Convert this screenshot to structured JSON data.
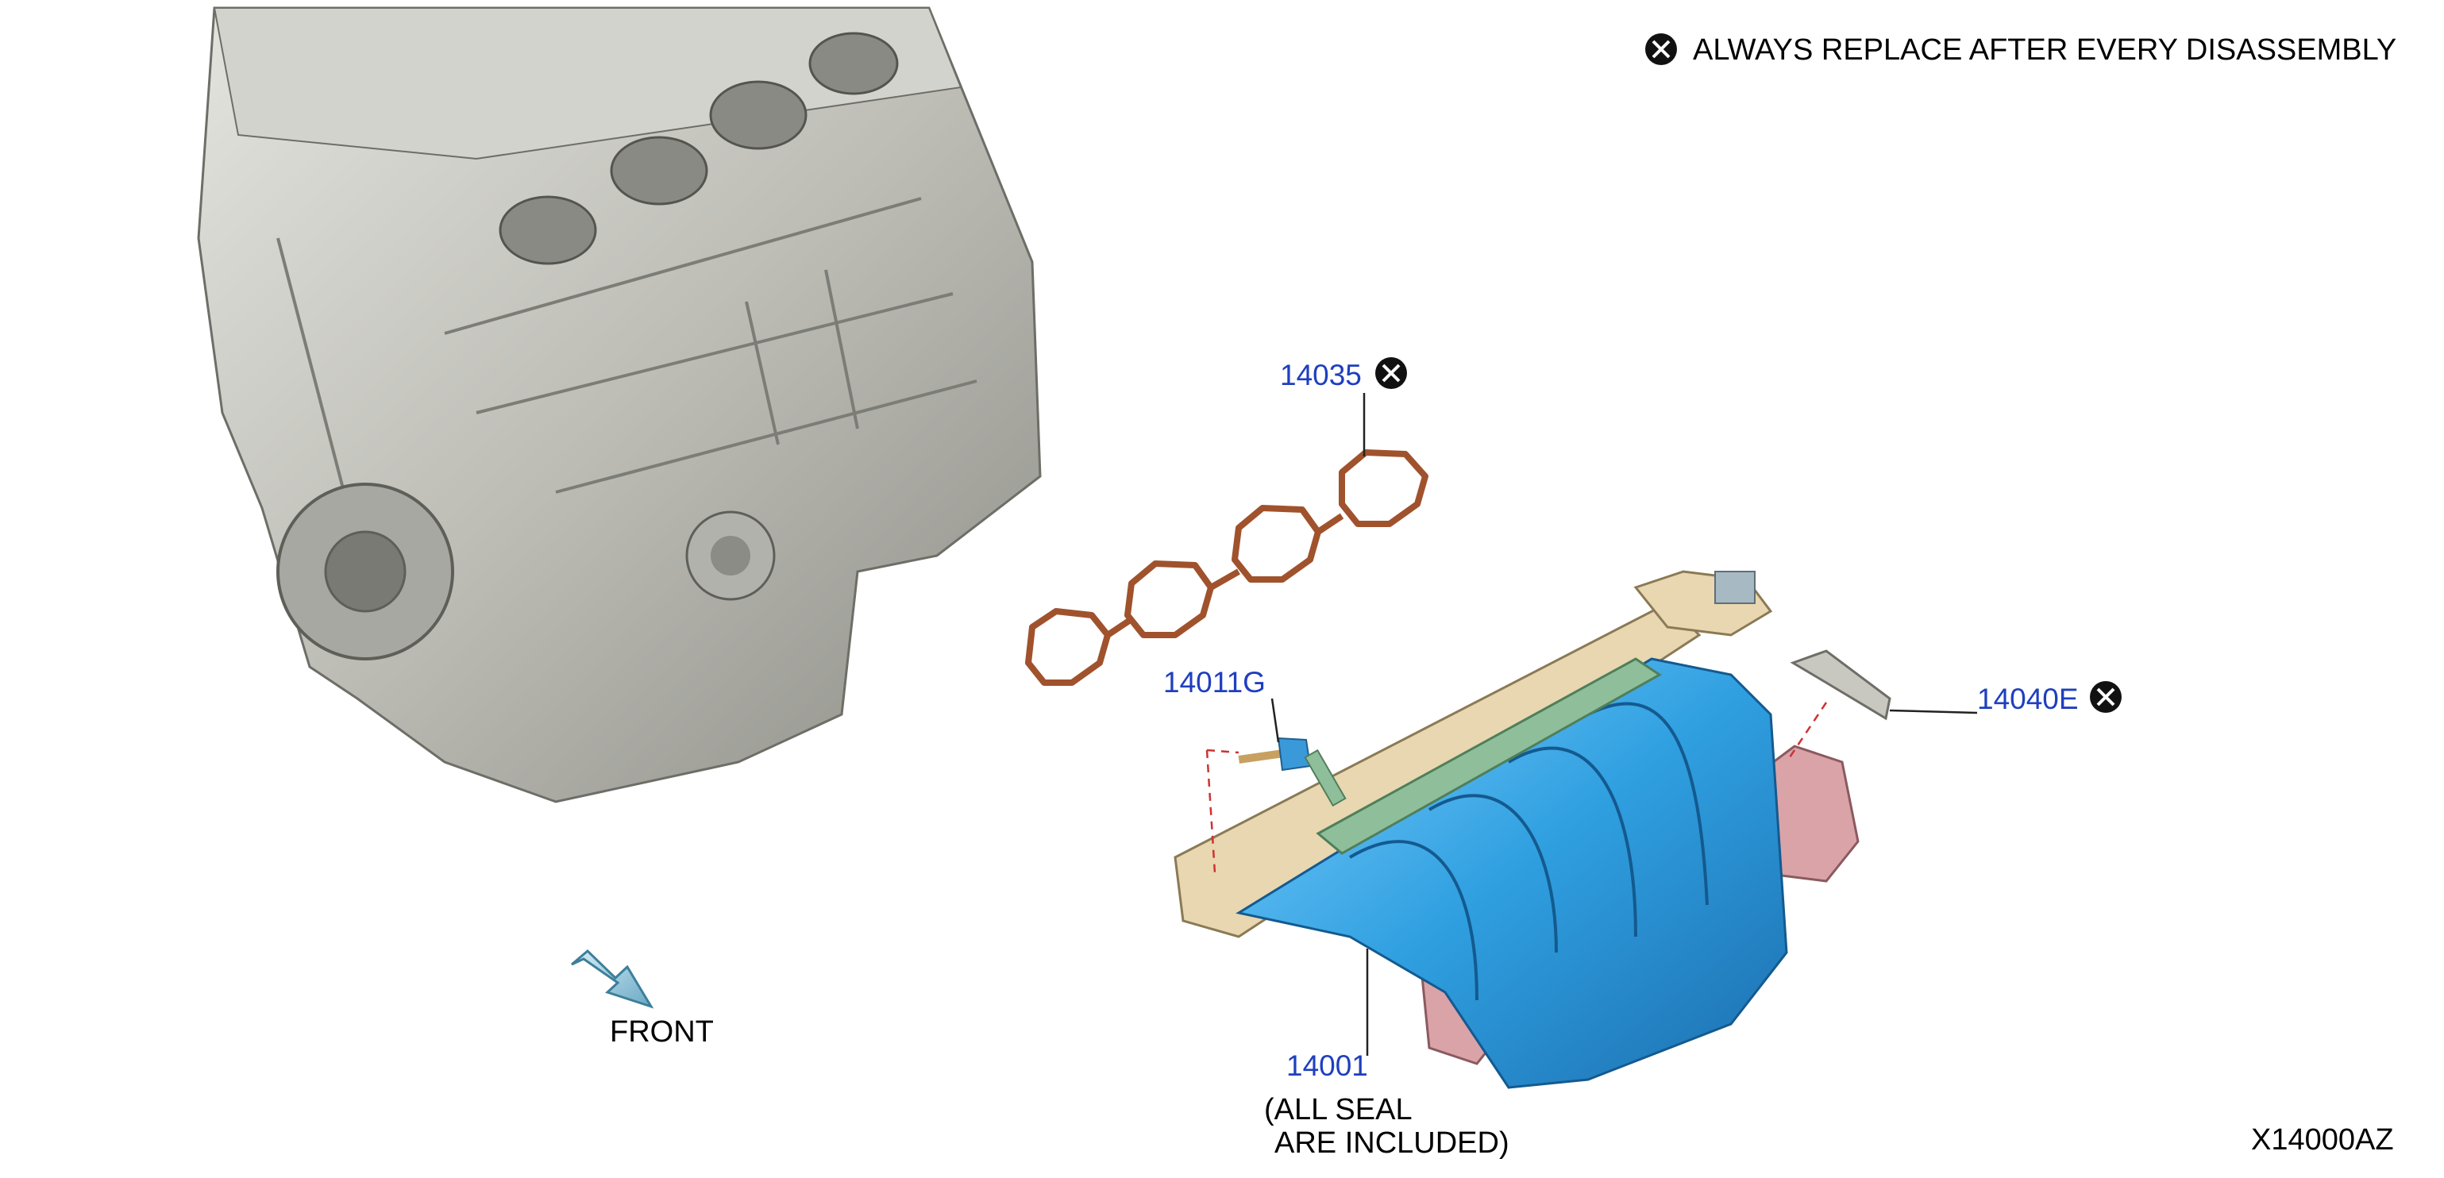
{
  "legend": {
    "icon": "replace-mark-icon",
    "text": "ALWAYS REPLACE AFTER EVERY DISASSEMBLY"
  },
  "callouts": [
    {
      "id": "14035",
      "replace_mark": true
    },
    {
      "id": "14011G",
      "replace_mark": false
    },
    {
      "id": "14040E",
      "replace_mark": true
    },
    {
      "id": "14001",
      "replace_mark": false
    }
  ],
  "manifold_note": {
    "line1": "(ALL SEAL",
    "line2": "ARE INCLUDED)"
  },
  "front_label": "FRONT",
  "diagram_code": "X14000AZ",
  "colors": {
    "callout_text": "#1f3fbf",
    "engine_block": "#b9b9b3",
    "gasket": "#a0522d",
    "manifold": "#2f9fe0",
    "fuel_rail": "#8fbf9a",
    "throttle_body": "#d9a3a8"
  }
}
